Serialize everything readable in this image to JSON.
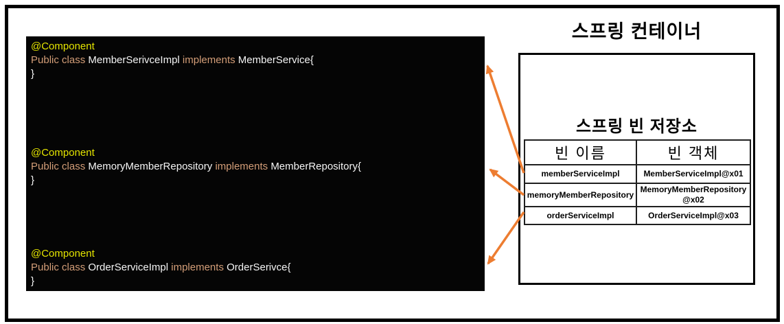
{
  "colors": {
    "arrow": "#ED7D31",
    "annotation_text": "#E5E500",
    "keyword_text": "#D49E78",
    "code_text": "#F5F5F5",
    "panel_background": "#050505",
    "border": "#000000"
  },
  "container": {
    "title": "스프링 컨테이너",
    "storage_title": "스프링 빈 저장소"
  },
  "bean_table": {
    "headers": [
      "빈 이름",
      "빈 객체"
    ],
    "rows": [
      {
        "name": "memberServiceImpl",
        "object": "MemberServiceImpl@x01"
      },
      {
        "name": "memoryMemberRepository",
        "object": "MemoryMemberRepository\n@x02"
      },
      {
        "name": "orderServiceImpl",
        "object": "OrderServiceImpl@x03"
      }
    ]
  },
  "code": {
    "blocks": [
      {
        "annotation": "@Component",
        "modifier": "Public class",
        "class_name": "MemberSerivceImpl",
        "keyword": "implements",
        "interface_name": "MemberService{",
        "closing": "}"
      },
      {
        "annotation": "@Component",
        "modifier": "Public class",
        "class_name": "MemoryMemberRepository",
        "keyword": "implements",
        "interface_name": "MemberRepository{",
        "closing": "}"
      },
      {
        "annotation": "@Component",
        "modifier": "Public class",
        "class_name": "OrderServiceImpl",
        "keyword": "implements",
        "interface_name": "OrderSerivce{",
        "closing": "}"
      }
    ]
  },
  "arrows": [
    {
      "from": "bean-row-memberServiceImpl",
      "to": "code-block-member-service"
    },
    {
      "from": "bean-row-memoryMemberRepository",
      "to": "code-block-memory-member-repository"
    },
    {
      "from": "bean-row-orderServiceImpl",
      "to": "code-block-order-service"
    }
  ]
}
